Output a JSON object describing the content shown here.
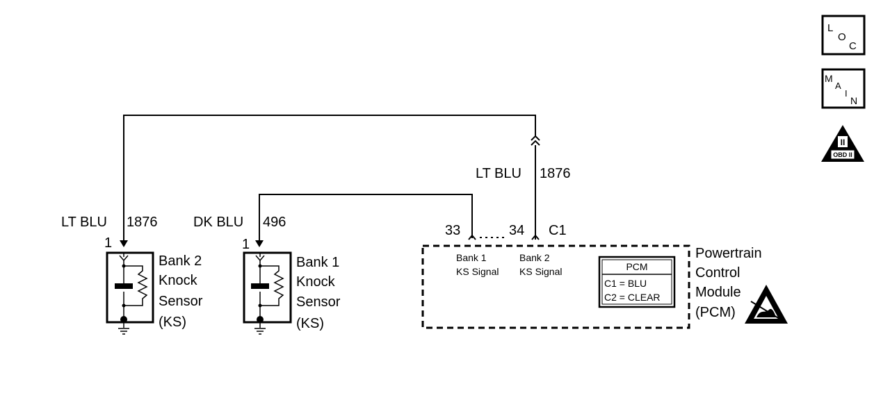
{
  "wires": {
    "ltblu_left": {
      "color": "LT BLU",
      "circuit": "1876"
    },
    "dkblu": {
      "color": "DK BLU",
      "circuit": "496"
    },
    "ltblu_right": {
      "color": "LT BLU",
      "circuit": "1876"
    }
  },
  "sensors": {
    "bank2": {
      "pin": "1",
      "line1": "Bank 2",
      "line2": "Knock",
      "line3": "Sensor",
      "line4": "(KS)"
    },
    "bank1": {
      "pin": "1",
      "line1": "Bank 1",
      "line2": "Knock",
      "line3": "Sensor",
      "line4": "(KS)"
    }
  },
  "pcm": {
    "pin33": "33",
    "pin34": "34",
    "connector": "C1",
    "terminal33_line1": "Bank 1",
    "terminal33_line2": "KS Signal",
    "terminal34_line1": "Bank 2",
    "terminal34_line2": "KS Signal",
    "name_line1": "Powertrain",
    "name_line2": "Control",
    "name_line3": "Module",
    "name_line4": "(PCM)",
    "legend_title": "PCM",
    "legend_c1": "C1 = BLU",
    "legend_c2": "C2 = CLEAR"
  },
  "icons": {
    "loc": {
      "l": "L",
      "o": "O",
      "c": "C"
    },
    "main": {
      "m": "M",
      "a": "A",
      "i": "I",
      "n": "N"
    },
    "obd": {
      "numeral": "II",
      "label": "OBD II"
    }
  }
}
